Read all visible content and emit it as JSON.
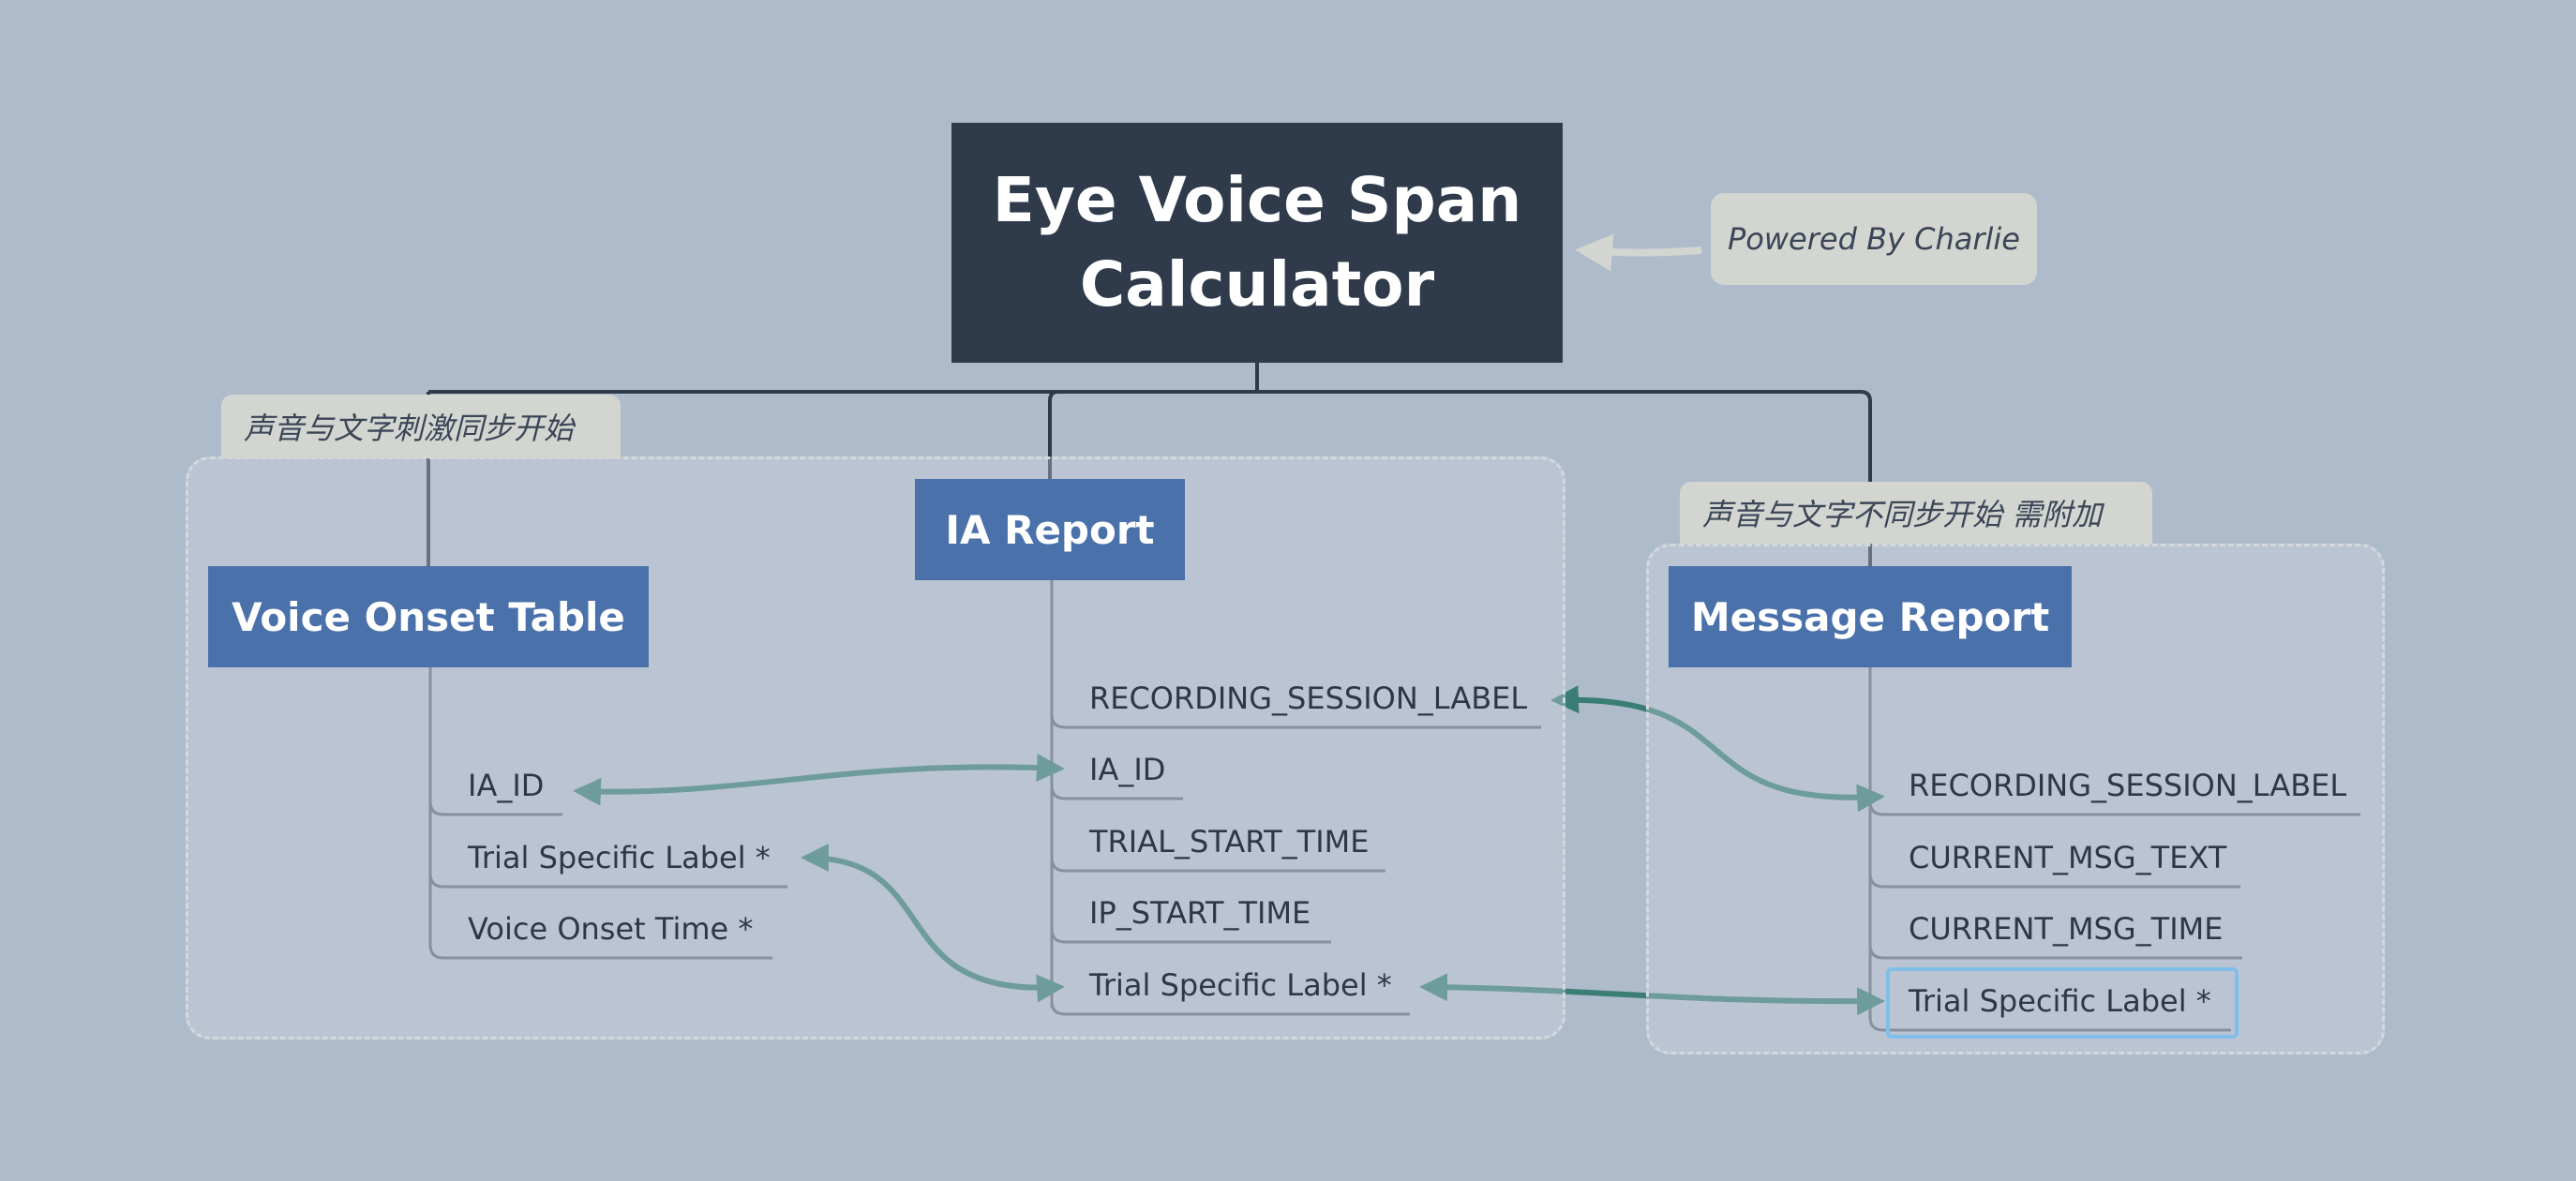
{
  "diagram": {
    "root": {
      "title": "Eye Voice Span\nCalculator"
    },
    "callouts": {
      "powered": "Powered By Charlie",
      "sync_start": "声音与文字刺激同步开始",
      "async_start": "声音与文字不同步开始 需附加"
    },
    "topics": {
      "voice_onset": {
        "title": "Voice Onset Table",
        "items": [
          "IA_ID",
          "Trial Specific Label *",
          "Voice Onset Time *"
        ]
      },
      "ia_report": {
        "title": "IA Report",
        "items": [
          "RECORDING_SESSION_LABEL",
          "IA_ID",
          "TRIAL_START_TIME",
          "IP_START_TIME",
          "Trial Specific Label *"
        ]
      },
      "message_report": {
        "title": "Message Report",
        "items": [
          "RECORDING_SESSION_LABEL",
          "CURRENT_MSG_TEXT",
          "CURRENT_MSG_TIME",
          "Trial Specific Label *"
        ]
      }
    },
    "links": [
      {
        "from": "voice_onset.IA_ID",
        "to": "ia_report.IA_ID"
      },
      {
        "from": "voice_onset.Trial Specific Label *",
        "to": "ia_report.Trial Specific Label *"
      },
      {
        "from": "ia_report.RECORDING_SESSION_LABEL",
        "to": "message_report.RECORDING_SESSION_LABEL"
      },
      {
        "from": "ia_report.Trial Specific Label *",
        "to": "message_report.Trial Specific Label *"
      }
    ],
    "colors": {
      "background": "#aebbcb",
      "root_fill": "#2f3b4b",
      "topic_fill": "#4a71aa",
      "callout_fill": "#d3d5d1",
      "link": "#3a7d74",
      "selection": "#7fbfea"
    }
  }
}
